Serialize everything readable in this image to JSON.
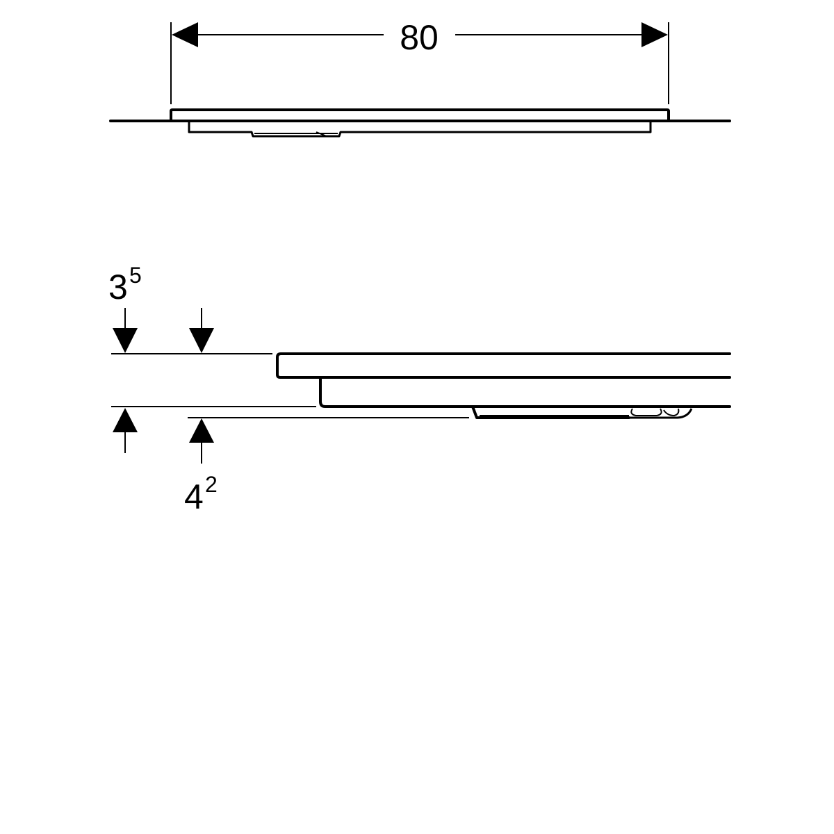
{
  "dimensions": {
    "width_label": "80",
    "top_gap": {
      "main": "3",
      "sup": "5"
    },
    "bottom_gap": {
      "main": "4",
      "sup": "2"
    }
  },
  "colors": {
    "line": "#000000",
    "background": "#ffffff"
  }
}
